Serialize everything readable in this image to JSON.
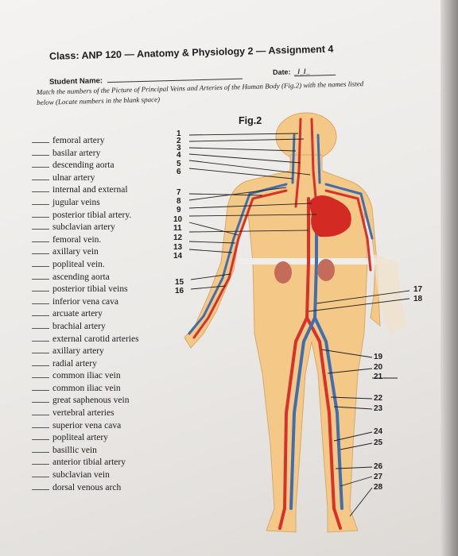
{
  "header": {
    "class_title": "Class: ANP 120 — Anatomy & Physiology 2 — Assignment 4",
    "student_name_label": "Student Name:",
    "date_label": "Date:",
    "date_value": "_/_/_"
  },
  "instructions": "Match the numbers of the Picture of Principal Veins and Arteries of the Human Body (Fig.2) with the names listed below (Locate numbers in the blank space)",
  "figure": {
    "label": "Fig.2",
    "numbers": [
      "1",
      "2",
      "3",
      "4",
      "5",
      "6",
      "7",
      "8",
      "9",
      "10",
      "11",
      "12",
      "13",
      "14",
      "15",
      "16",
      "17",
      "18",
      "19",
      "20",
      "21",
      "22",
      "23",
      "24",
      "25",
      "26",
      "27",
      "28"
    ]
  },
  "terms": [
    "femoral artery",
    "basilar artery",
    "descending aorta",
    "ulnar artery",
    "internal and external",
    "jugular veins",
    "posterior tibial artery.",
    "subclavian artery",
    "femoral vein.",
    "axillary vein",
    "popliteal vein.",
    "ascending aorta",
    "posterior tibial veins",
    "inferior vena cava",
    "arcuate artery",
    "brachial artery",
    "external carotid arteries",
    "axillary artery",
    "radial artery",
    "common iliac vein",
    "common iliac vein",
    "great saphenous vein",
    "vertebral arteries",
    "superior vena cava",
    "popliteal artery",
    "basillic vein",
    "anterior tibial artery",
    "subclavian vein",
    "dorsal venous arch"
  ],
  "colors": {
    "skin": "#f4c987",
    "artery": "#d7312a",
    "vein": "#3f6fb0",
    "heart": "#d42a24",
    "kidney": "#c46b5a"
  }
}
